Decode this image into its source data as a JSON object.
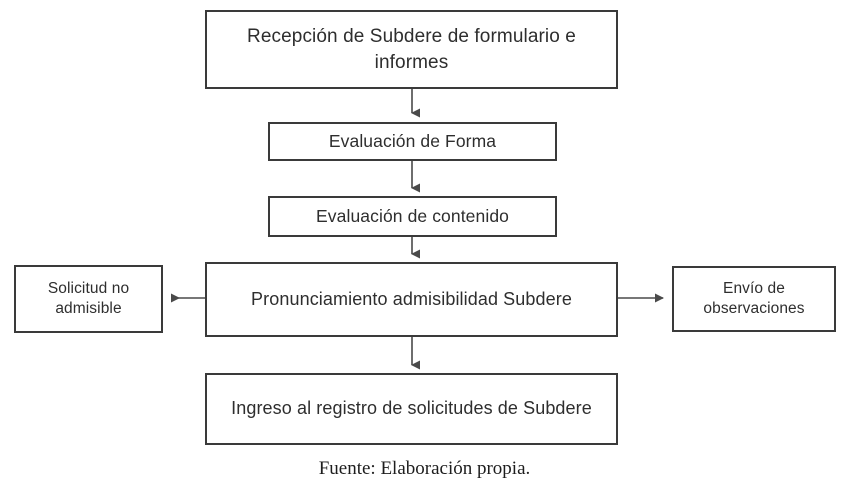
{
  "figure": {
    "type": "flowchart",
    "orientation": "top-to-bottom",
    "caption": "Fuente: Elaboración propia.",
    "colors": {
      "background": "#ffffff",
      "box_border": "#3a3a3a",
      "box_fill": "#ffffff",
      "text": "#2e2e2e",
      "connector": "#4a4a4a"
    }
  },
  "nodes": [
    {
      "id": "recepcion",
      "label": "Recepción de Subdere de formulario e informes"
    },
    {
      "id": "eval_forma",
      "label": "Evaluación de Forma"
    },
    {
      "id": "eval_contenido",
      "label": "Evaluación de contenido"
    },
    {
      "id": "pronunciamiento",
      "label": "Pronunciamiento admisibilidad Subdere"
    },
    {
      "id": "solicitud_no_admisible",
      "label": "Solicitud no admisible"
    },
    {
      "id": "envio_observaciones",
      "label": "Envío de observaciones"
    },
    {
      "id": "ingreso_registro",
      "label": "Ingreso al registro de solicitudes de Subdere"
    }
  ],
  "edges": [
    {
      "from": "recepcion",
      "to": "eval_forma",
      "direction": "down"
    },
    {
      "from": "eval_forma",
      "to": "eval_contenido",
      "direction": "down"
    },
    {
      "from": "eval_contenido",
      "to": "pronunciamiento",
      "direction": "down"
    },
    {
      "from": "pronunciamiento",
      "to": "solicitud_no_admisible",
      "direction": "left"
    },
    {
      "from": "pronunciamiento",
      "to": "envio_observaciones",
      "direction": "right"
    },
    {
      "from": "pronunciamiento",
      "to": "ingreso_registro",
      "direction": "down"
    }
  ]
}
